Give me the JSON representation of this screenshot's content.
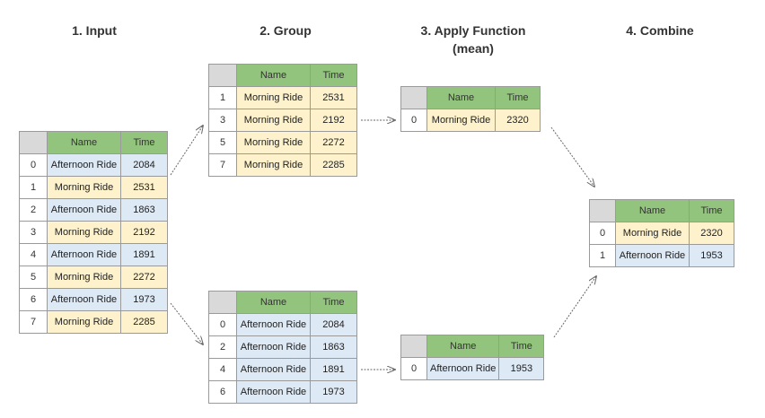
{
  "titles": {
    "input": "1. Input",
    "group": "2. Group",
    "apply_line1": "3. Apply Function",
    "apply_line2": "(mean)",
    "combine": "4. Combine"
  },
  "headers": {
    "name": "Name",
    "time": "Time"
  },
  "input_rows": [
    {
      "idx": "0",
      "name": "Afternoon Ride",
      "time": "2084",
      "kind": "a"
    },
    {
      "idx": "1",
      "name": "Morning Ride",
      "time": "2531",
      "kind": "m"
    },
    {
      "idx": "2",
      "name": "Afternoon Ride",
      "time": "1863",
      "kind": "a"
    },
    {
      "idx": "3",
      "name": "Morning Ride",
      "time": "2192",
      "kind": "m"
    },
    {
      "idx": "4",
      "name": "Afternoon Ride",
      "time": "1891",
      "kind": "a"
    },
    {
      "idx": "5",
      "name": "Morning Ride",
      "time": "2272",
      "kind": "m"
    },
    {
      "idx": "6",
      "name": "Afternoon Ride",
      "time": "1973",
      "kind": "a"
    },
    {
      "idx": "7",
      "name": "Morning Ride",
      "time": "2285",
      "kind": "m"
    }
  ],
  "group_morning": [
    {
      "idx": "1",
      "name": "Morning Ride",
      "time": "2531"
    },
    {
      "idx": "3",
      "name": "Morning Ride",
      "time": "2192"
    },
    {
      "idx": "5",
      "name": "Morning Ride",
      "time": "2272"
    },
    {
      "idx": "7",
      "name": "Morning Ride",
      "time": "2285"
    }
  ],
  "group_afternoon": [
    {
      "idx": "0",
      "name": "Afternoon Ride",
      "time": "2084"
    },
    {
      "idx": "2",
      "name": "Afternoon Ride",
      "time": "1863"
    },
    {
      "idx": "4",
      "name": "Afternoon Ride",
      "time": "1891"
    },
    {
      "idx": "6",
      "name": "Afternoon Ride",
      "time": "1973"
    }
  ],
  "apply_morning": {
    "idx": "0",
    "name": "Morning Ride",
    "time": "2320"
  },
  "apply_afternoon": {
    "idx": "0",
    "name": "Afternoon Ride",
    "time": "1953"
  },
  "combine_rows": [
    {
      "idx": "0",
      "name": "Morning Ride",
      "time": "2320"
    },
    {
      "idx": "1",
      "name": "Afternoon Ride",
      "time": "1953"
    }
  ],
  "colors": {
    "header": "#93c47d",
    "morning": "#fdf2cc",
    "afternoon": "#dde9f5",
    "corner": "#d9d9d9"
  }
}
